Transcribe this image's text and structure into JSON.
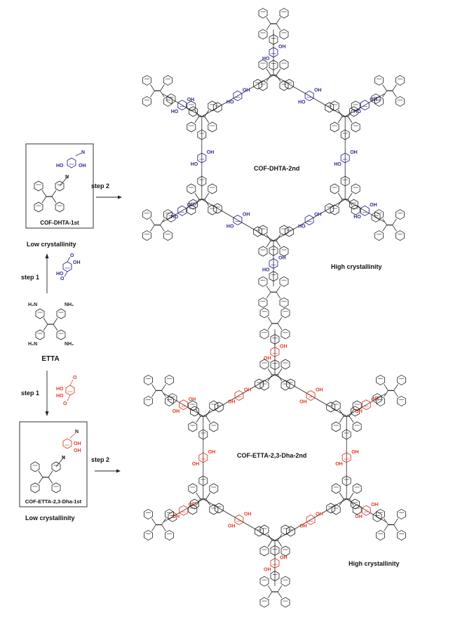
{
  "colors": {
    "dhta": "#2b2b8f",
    "dha": "#e23a2a",
    "skeleton": "#222222"
  },
  "labels": {
    "cof_dhta_1st": "COF-DHTA-1st",
    "cof_dhta_2nd": "COF-DHTA-2nd",
    "cof_etta_1st": "COF-ETTA-2,3-Dha-1st",
    "cof_etta_2nd": "COF-ETTA-2,3-Dha-2nd",
    "low_crystallinity": "Low crystallinity",
    "high_crystallinity": "High crystallinity",
    "step1": "step 1",
    "step2": "step 2",
    "etta": "ETTA",
    "oh": "OH",
    "ho": "HO",
    "nh2": "NH₂",
    "h2n": "H₂N",
    "o": "O",
    "n": "N"
  }
}
